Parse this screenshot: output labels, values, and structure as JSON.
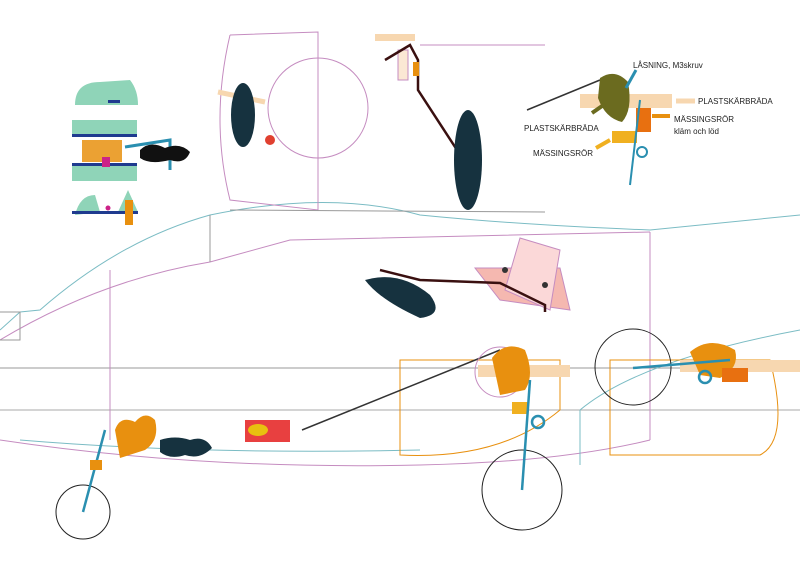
{
  "labels": {
    "locking": "LÅSNING, M3skruv",
    "board_right": "PLASTSKÄRBRÄDA",
    "board_left": "PLASTSKÄRBRÄDA",
    "brass_tube_right": "MÄSSINGSRÖR",
    "clamp_solder": "kläm och löd",
    "brass_tube_left": "MÄSSINGSRÖR"
  },
  "colors": {
    "orange": "#e8900f",
    "olive": "#6b6b1f",
    "teal_strut": "#2a8fb0",
    "dark_blob": "#16323f",
    "board": "#f7d7b0",
    "mint": "#8fd4b8",
    "navy": "#1f3b8f",
    "outline_pink": "#c58cc0",
    "outline_teal": "#7bbcc4"
  }
}
